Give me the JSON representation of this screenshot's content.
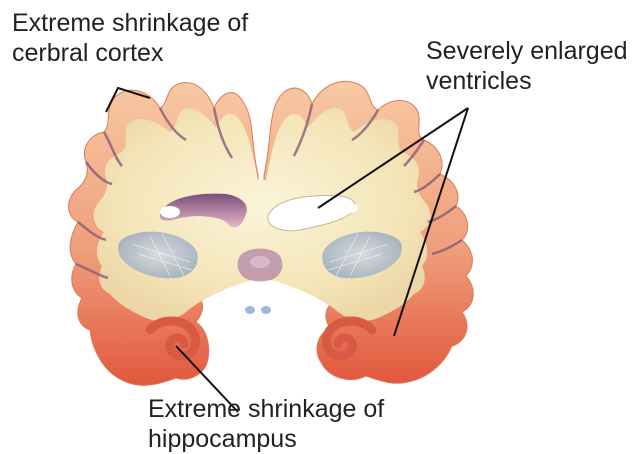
{
  "labels": {
    "cortex": [
      "Extreme shrinkage of",
      "cerbral cortex"
    ],
    "ventricles": [
      "Severely enlarged",
      "ventricles"
    ],
    "hippocampus": [
      "Extreme shrinkage of",
      "hippocampus"
    ]
  },
  "colors": {
    "white_matter": "#f6ebc4",
    "cortex_inner": "#f2c29a",
    "cortex_outer": "#e98a66",
    "hippocampus_region": "#e2583e",
    "ventricle_space": "#ffffff",
    "ventricle_shadow": "#9a6f8f",
    "leader_line": "#111111",
    "text": "#222222"
  }
}
